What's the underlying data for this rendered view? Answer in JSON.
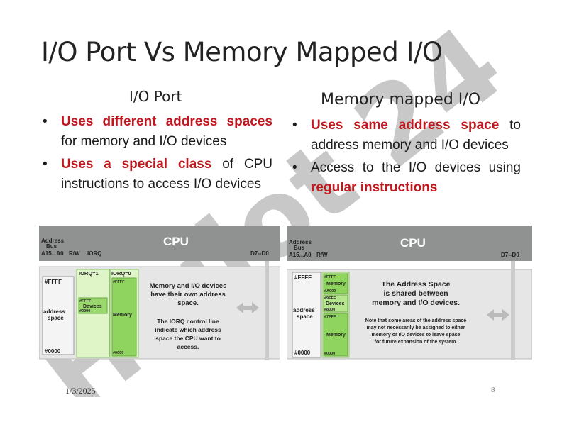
{
  "slide": {
    "title": "I/O Port Vs Memory Mapped I/O",
    "left": {
      "heading": "I/O Port",
      "bullets": [
        {
          "red": "Uses different address spaces",
          "rest": " for memory and I/O devices"
        },
        {
          "red": "Uses a special class",
          "rest": " of CPU instructions to access I/O devices"
        }
      ]
    },
    "right": {
      "heading": "Memory mapped I/O",
      "bullets": [
        {
          "pre": "",
          "red": "Uses same address space",
          "rest": " to address memory and I/O devices"
        },
        {
          "pre": "Access to the I/O devices using ",
          "red": "regular instructions",
          "rest": ""
        }
      ]
    },
    "footer": {
      "date": "1/3/2025",
      "page": "8"
    },
    "watermark": {
      "text": "Huijot 24",
      "color": "#9b9b9b",
      "accent": "#b98be6"
    }
  },
  "diagram_left": {
    "cpu": "CPU",
    "address_bus": "Address",
    "bus": "Bus",
    "bits": "A15...A0",
    "rw": "R/W",
    "iorq": "IORQ",
    "data": "D7--D0",
    "iorq1": "IORQ=1",
    "iorq0": "IORQ=0",
    "ffff": "#FFFF",
    "addr_space1": "address",
    "addr_space2": "space",
    "zero": "#0000",
    "dev_ffff": "#FFFF",
    "devices": "Devices",
    "dev_0000": "#0000",
    "mem_ffff": "#FFFF",
    "memory": "Memory",
    "mem_0000": "#0000",
    "note1": "Memory and I/O devices",
    "note2": "have their own address",
    "note3": "space.",
    "note4": "The IORQ control line",
    "note5": "indicate which address",
    "note6": "space the CPU want to",
    "note7": "access."
  },
  "diagram_right": {
    "cpu": "CPU",
    "address_bus": "Address",
    "bus": "Bus",
    "bits": "A15...A0",
    "rw": "R/W",
    "data": "D7--D0",
    "ffff": "#FFFF",
    "addr_space1": "address",
    "addr_space2": "space",
    "zero": "#0000",
    "m1_ffff": "#FFFF",
    "m1_label": "Memory",
    "m1_a000": "#A000",
    "d_9fff": "#9FFF",
    "d_label": "Devices",
    "d_8000": "#8000",
    "m2_7fff": "#7FFF",
    "m2_label": "Memory",
    "m2_0000": "#0000",
    "head1": "The Address Space",
    "head2": "is shared between",
    "head3": "memory and I/O devices.",
    "note1": "Note that some areas of the address space",
    "note2": "may not necessarily be assigned to either",
    "note3": "memory or I/O devices to leave space",
    "note4": "for future expansion of the system."
  }
}
